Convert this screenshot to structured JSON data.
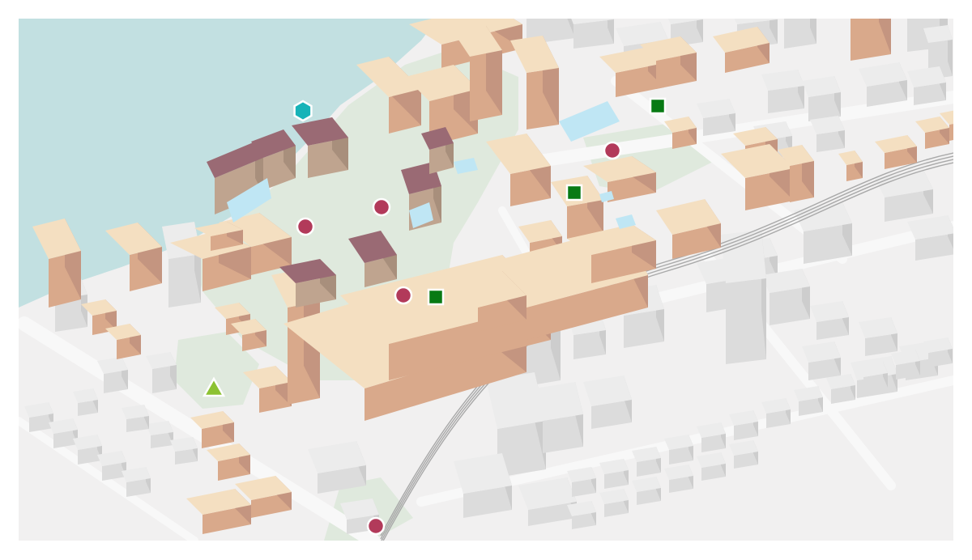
{
  "map": {
    "colors": {
      "background": "#f1f0f0",
      "water": "#c2e0e1",
      "green_space": "#dfe9dd",
      "road": "#f8f8f8",
      "campus_building_top": "#f4dfc1",
      "campus_building_side": "#d9a98b",
      "campus_building_side_dark": "#c49580",
      "historic_building_roof": "#9a6a74",
      "historic_building_wall": "#bfa48f",
      "glass": "#bfe6f4",
      "city_building_top": "#ececec",
      "city_building_side": "#dcdcdc",
      "city_building_side_dark": "#cdcdcd",
      "rail": "#a9a9a9"
    },
    "legend_shapes": {
      "circle": "#b23a5a",
      "square": "#087a14",
      "hexagon": "#17b3b8",
      "triangle": "#8cc232"
    },
    "markers": [
      {
        "id": "circle-1",
        "shape": "circle",
        "color": "#b23a5a"
      },
      {
        "id": "circle-2",
        "shape": "circle",
        "color": "#b23a5a"
      },
      {
        "id": "circle-3",
        "shape": "circle",
        "color": "#b23a5a"
      },
      {
        "id": "circle-4",
        "shape": "circle",
        "color": "#b23a5a"
      },
      {
        "id": "circle-5",
        "shape": "circle",
        "color": "#b23a5a"
      },
      {
        "id": "square-1",
        "shape": "square",
        "color": "#087a14"
      },
      {
        "id": "square-2",
        "shape": "square",
        "color": "#087a14"
      },
      {
        "id": "square-3",
        "shape": "square",
        "color": "#087a14"
      },
      {
        "id": "hexagon-1",
        "shape": "hexagon",
        "color": "#17b3b8"
      },
      {
        "id": "triangle-1",
        "shape": "triangle",
        "color": "#8cc232"
      }
    ]
  }
}
